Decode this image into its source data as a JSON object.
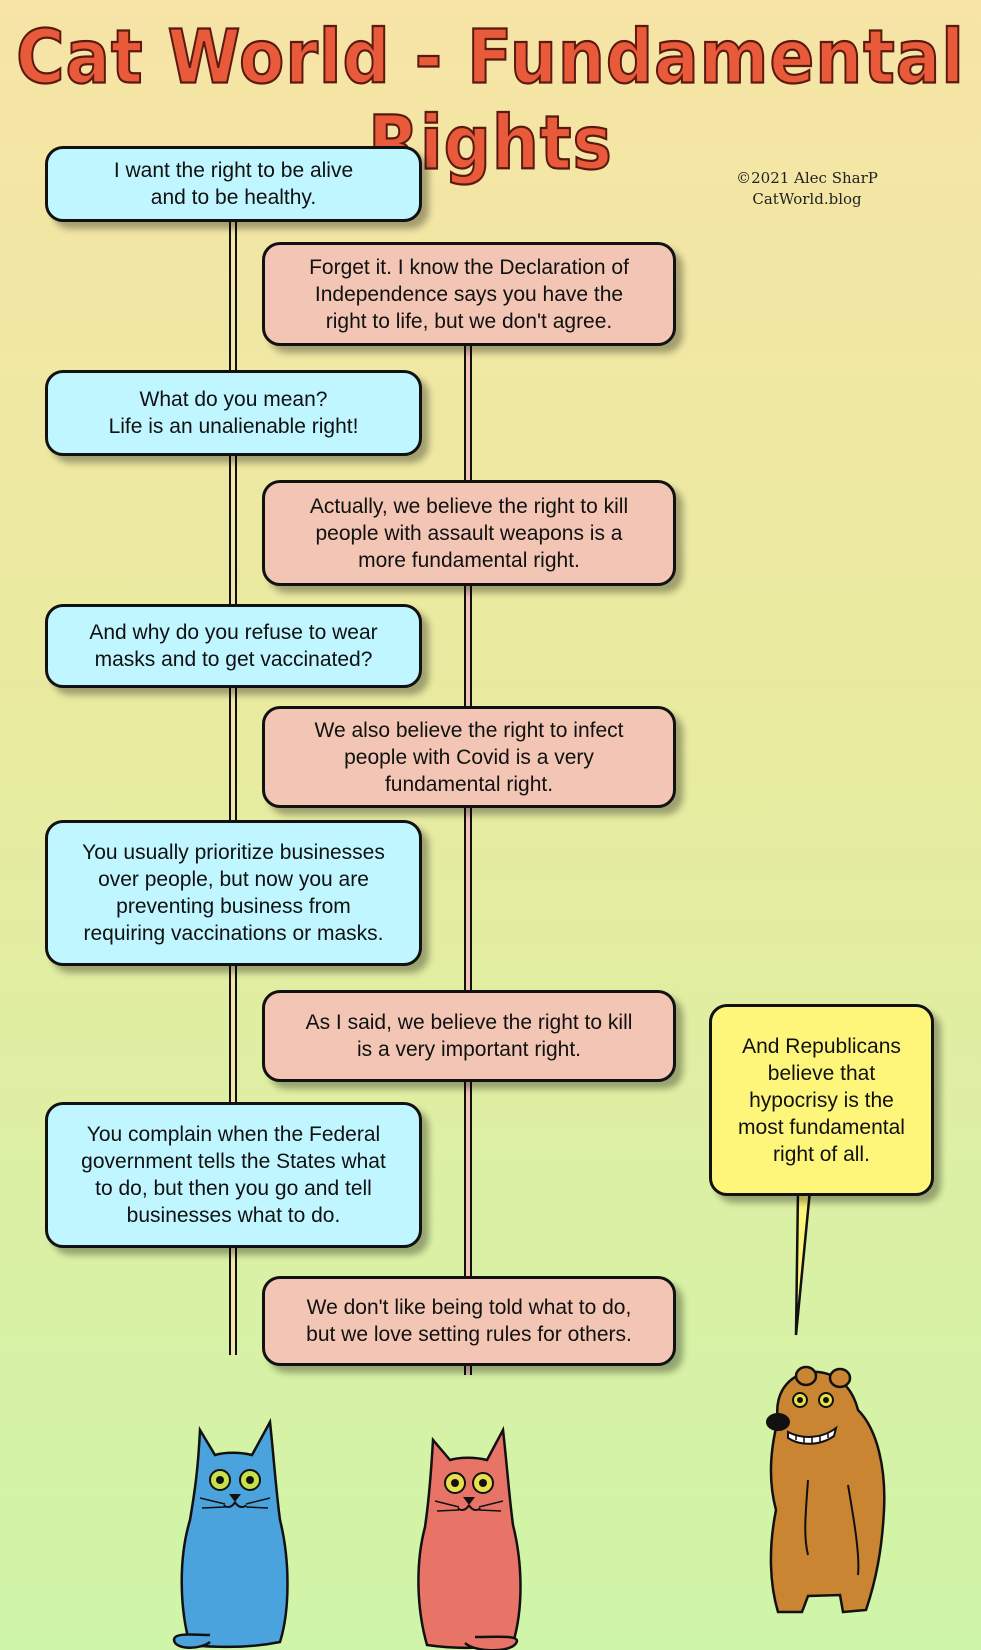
{
  "title": "Cat World - Fundamental Rights",
  "credit": {
    "copyright": "©2021 Alec SharP",
    "site": "CatWorld.blog"
  },
  "dialogue": [
    {
      "speaker": "blue-cat",
      "text": "I want the right to be alive\nand to be healthy."
    },
    {
      "speaker": "red-cat",
      "text": "Forget it. I know the Declaration of\nIndependence says you have the\nright to life, but we don't agree."
    },
    {
      "speaker": "blue-cat",
      "text": "What do you mean?\nLife is an unalienable right!"
    },
    {
      "speaker": "red-cat",
      "text": "Actually, we believe the right to kill\npeople with assault weapons is a\nmore fundamental right."
    },
    {
      "speaker": "blue-cat",
      "text": "And why do you refuse to wear\nmasks and to get vaccinated?"
    },
    {
      "speaker": "red-cat",
      "text": "We also believe the right to infect\npeople with Covid is a very\nfundamental right."
    },
    {
      "speaker": "blue-cat",
      "text": "You usually prioritize businesses\nover people, but now you are\npreventing business from\nrequiring vaccinations or masks."
    },
    {
      "speaker": "red-cat",
      "text": "As I said, we believe the right to kill\nis a very important right."
    },
    {
      "speaker": "blue-cat",
      "text": "You complain when the Federal\ngovernment tells the States what\nto do, but then you go and tell\nbusinesses what to do."
    },
    {
      "speaker": "red-cat",
      "text": "We don't like being told what to do,\nbut we love setting rules for others."
    },
    {
      "speaker": "bear",
      "text": "And Republicans\nbelieve that\nhypocrisy is the\nmost fundamental\nright of all."
    }
  ],
  "characters": {
    "blue_cat": {
      "color": "#4aa3dd",
      "eye_color": "#c8e04a"
    },
    "red_cat": {
      "color": "#e87468",
      "eye_color": "#e8e04a"
    },
    "bear": {
      "color": "#c98532"
    }
  },
  "colors": {
    "blue_bubble": "#bff6ff",
    "pink_bubble": "#f2c5b4",
    "yellow_bubble": "#fdf67a",
    "title": "#e85a3a"
  }
}
